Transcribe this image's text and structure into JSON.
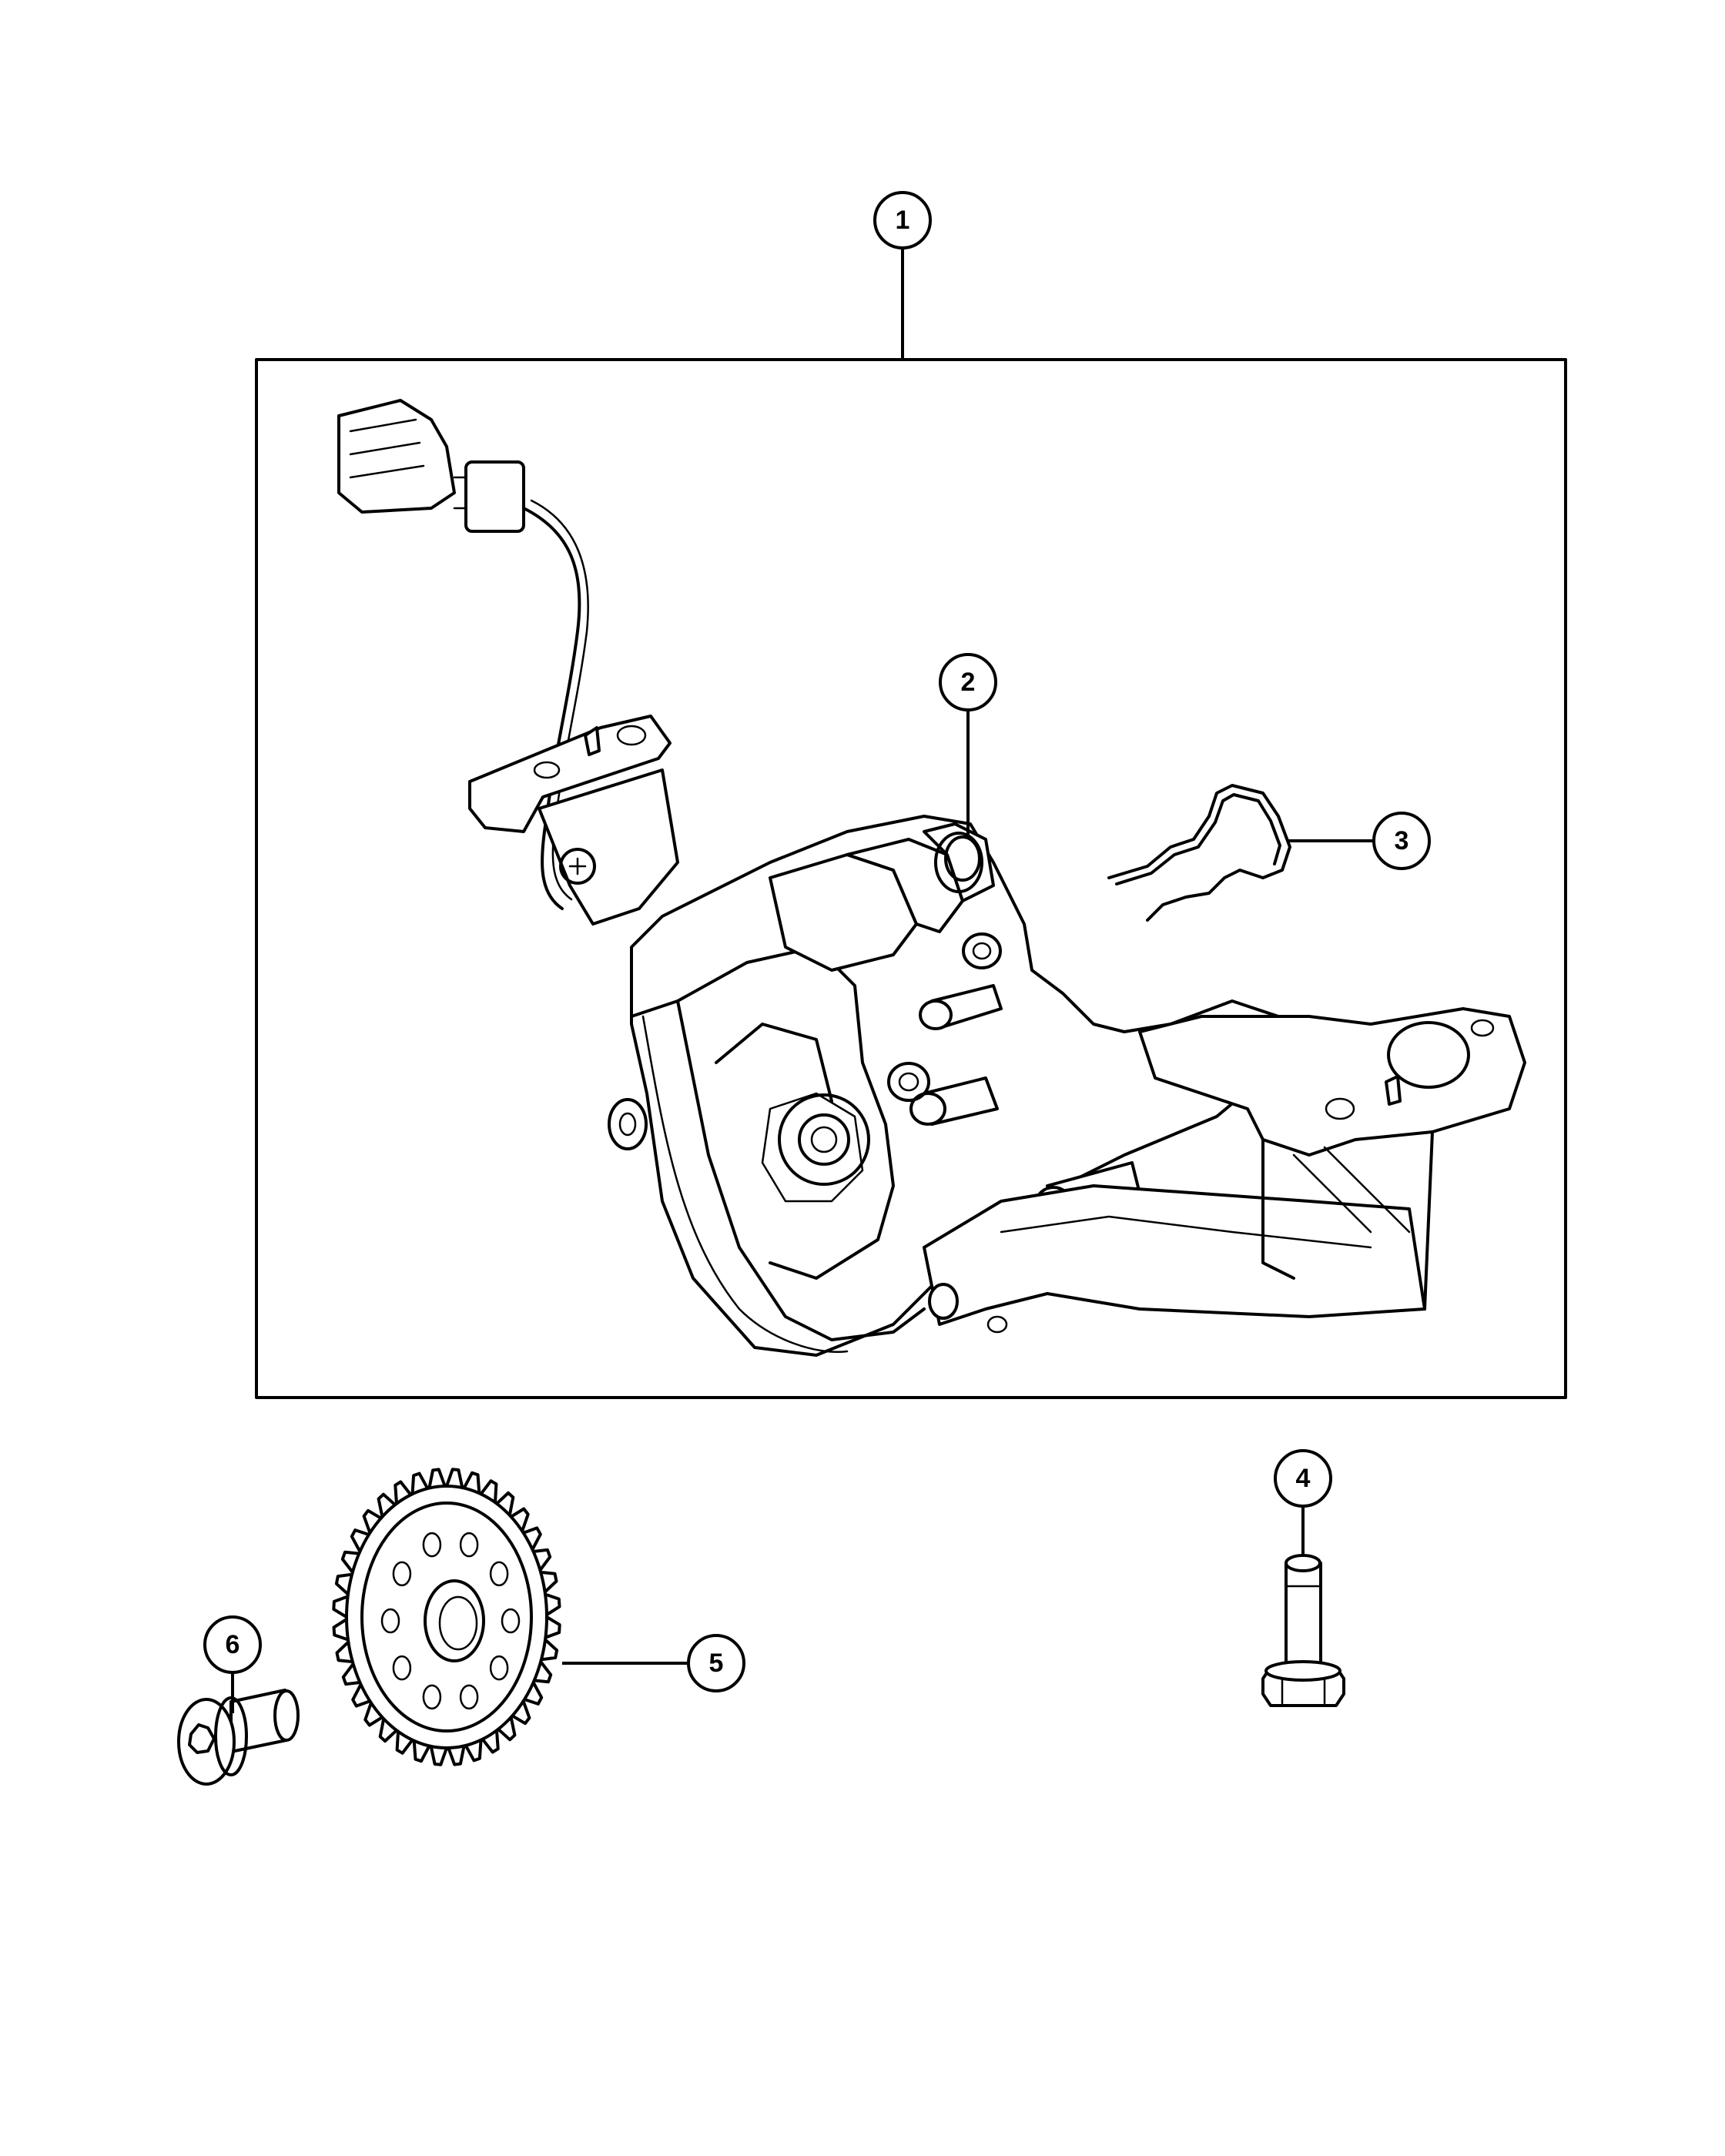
{
  "callouts": [
    {
      "id": "1",
      "label": "1"
    },
    {
      "id": "2",
      "label": "2"
    },
    {
      "id": "3",
      "label": "3"
    },
    {
      "id": "4",
      "label": "4"
    },
    {
      "id": "5",
      "label": "5"
    },
    {
      "id": "6",
      "label": "6"
    }
  ],
  "icons": {
    "part-1": "oil-pump-assembly-icon",
    "part-2": "o-ring-seal-icon",
    "part-3": "retaining-clip-icon",
    "part-4": "flange-bolt-icon",
    "part-5": "sprocket-gear-icon",
    "part-6": "torx-screw-icon"
  }
}
